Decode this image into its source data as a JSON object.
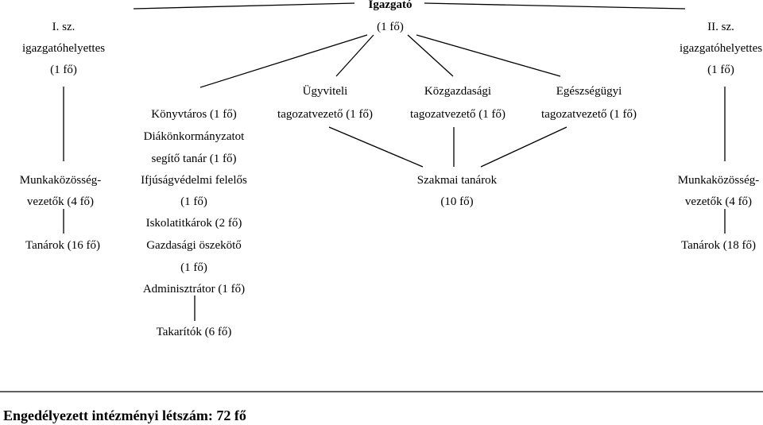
{
  "top": {
    "title": "Igazgató",
    "count": "(1 fő)"
  },
  "deputy_left": {
    "line1": "I.  sz.",
    "line2": "igazgatóhelyettes",
    "line3": "(1 fő)"
  },
  "deputy_right": {
    "line1": "II.  sz.",
    "line2": "igazgatóhelyettes",
    "line3": "(1 fő)"
  },
  "librarian": "Könyvtáros (1 fő)",
  "section_admin": {
    "line1": "Ügyviteli",
    "line2": "tagozatvezető (1 fő)"
  },
  "section_econ": {
    "line1": "Közgazdasági",
    "line2": "tagozatvezető (1 fő)"
  },
  "section_health": {
    "line1": "Egészségügyi",
    "line2": "tagozatvezető (1 fő)"
  },
  "student_gov": {
    "line1": "Diákönkormányzatot",
    "line2": "segítő tanár (1 fő)"
  },
  "youth_prot": {
    "line1": "Ifjúságvédelmi felelős",
    "line2": "(1 fő)"
  },
  "secretaries": "Iskolatitkárok (2 fő)",
  "econ_liaison": {
    "line1": "Gazdasági öszekötő",
    "line2": "(1 fő)"
  },
  "administrator": "Adminisztrátor (1 fő)",
  "cleaners": "Takarítók (6 fő)",
  "prof_teachers": {
    "line1": "Szakmai tanárok",
    "line2": "(10 fő)"
  },
  "wg_left": {
    "line1": "Munkaközösség-",
    "line2": "vezetők (4 fő)"
  },
  "wg_right": {
    "line1": "Munkaközösség-",
    "line2": "vezetők (4 fő)"
  },
  "teachers_left": "Tanárok (16 fő)",
  "teachers_right": "Tanárok (18 fő)",
  "total": "Engedélyezett intézményi létszám: 72 fő",
  "line_color": "#000000"
}
